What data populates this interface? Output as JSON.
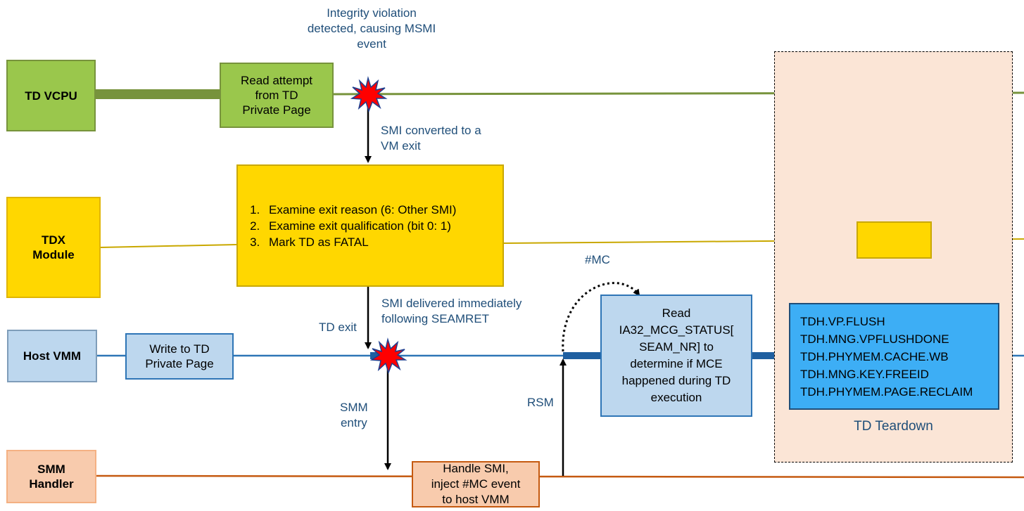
{
  "lanes": {
    "td_vcpu": "TD VCPU",
    "tdx_module": [
      "TDX",
      "Module"
    ],
    "host_vmm": "Host VMM",
    "smm_handler": [
      "SMM",
      "Handler"
    ]
  },
  "boxes": {
    "read_attempt": [
      "Read attempt",
      "from TD",
      "Private Page"
    ],
    "tdx_steps": [
      "Examine exit reason (6:  Other SMI)",
      "Examine exit qualification (bit 0:  1)",
      "Mark TD as FATAL"
    ],
    "write_to_td": [
      "Write to TD",
      "Private Page"
    ],
    "read_mcg": [
      "Read",
      "IA32_MCG_STATUS[",
      "SEAM_NR] to",
      "determine if MCE",
      "happened during TD",
      "execution"
    ],
    "handle_smi": [
      "Handle SMI,",
      "inject #MC event",
      "to host VMM"
    ],
    "teardown_cmds": [
      "TDH.VP.FLUSH",
      "TDH.MNG.VPFLUSHDONE",
      "TDH.PHYMEM.CACHE.WB",
      "TDH.MNG.KEY.FREEID",
      "TDH.PHYMEM.PAGE.RECLAIM"
    ],
    "teardown_label": "TD Teardown"
  },
  "annotations": {
    "integrity_violation": [
      "Integrity violation",
      "detected, causing MSMI",
      "event"
    ],
    "smi_converted": [
      "SMI converted to a",
      "VM exit"
    ],
    "smi_delivered": [
      "SMI delivered immediately",
      "following SEAMRET"
    ],
    "td_exit": "TD exit",
    "smm_entry": [
      "SMM",
      "entry"
    ],
    "mc": "#MC",
    "rsm": "RSM"
  },
  "colors": {
    "td_vcpu": "#9ac74c",
    "tdx_module": "#ffd700",
    "host_vmm": "#bdd7ee",
    "smm_handler": "#f8cbad",
    "teardown_bg": "#fbe5d6",
    "teardown_cmds": "#3daef5",
    "annotation_text": "#1f4e79",
    "burst": "#ff0000"
  }
}
